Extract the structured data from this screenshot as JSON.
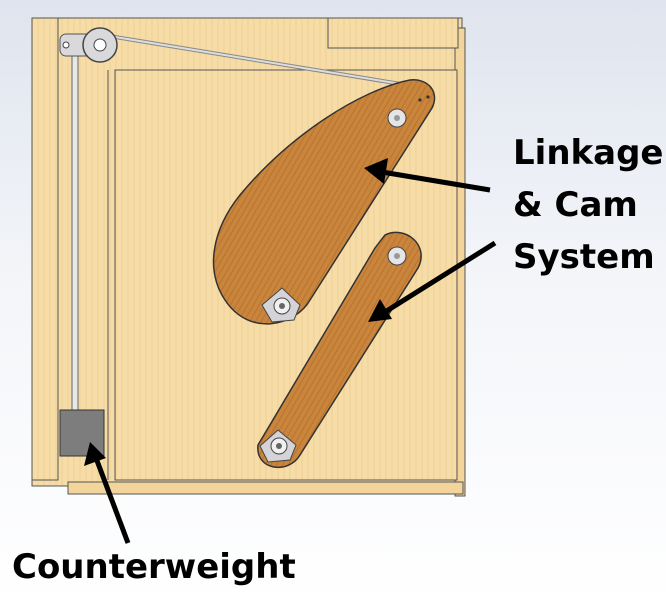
{
  "labels": {
    "linkage_line1": "Linkage",
    "linkage_line2": "& Cam",
    "linkage_line3": "System",
    "counterweight": "Counterweight"
  },
  "colors": {
    "wood_light": "#f6dca6",
    "wood_dark": "#c9853c",
    "counterweight": "#7d7d7d",
    "metal": "#d4d4d8"
  }
}
